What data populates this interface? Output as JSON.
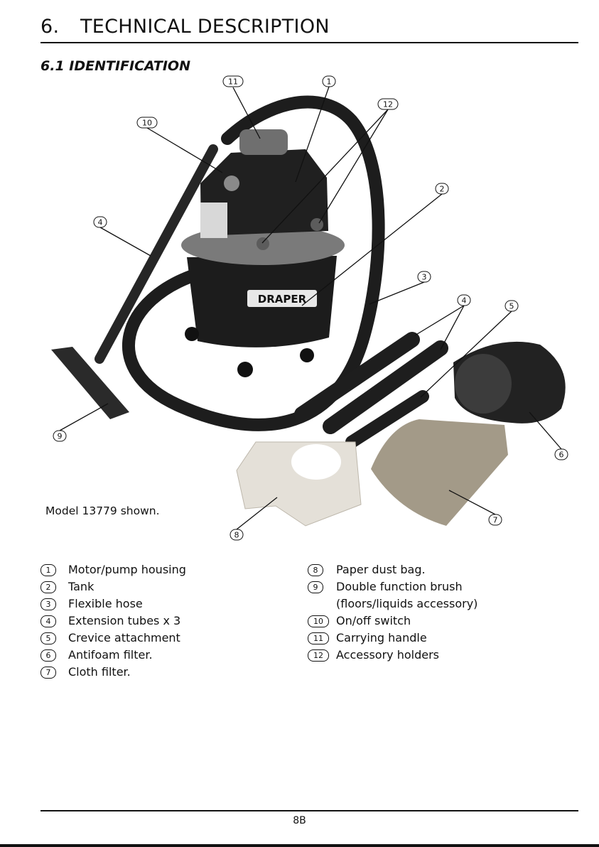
{
  "section": {
    "number": "6.",
    "title": "TECHNICAL DESCRIPTION"
  },
  "subsection": "6.1 IDENTIFICATION",
  "figure": {
    "callouts": [
      "1",
      "2",
      "3",
      "4",
      "4",
      "5",
      "6",
      "7",
      "8",
      "9",
      "10",
      "11",
      "12"
    ],
    "brand_mark": "DRAPER",
    "caption": "Model 13779 shown."
  },
  "legend_left": [
    {
      "num": "1",
      "label": "Motor/pump housing"
    },
    {
      "num": "2",
      "label": "Tank"
    },
    {
      "num": "3",
      "label": "Flexible hose"
    },
    {
      "num": "4",
      "label": "Extension tubes x 3"
    },
    {
      "num": "5",
      "label": "Crevice attachment"
    },
    {
      "num": "6",
      "label": "Antifoam filter."
    },
    {
      "num": "7",
      "label": "Cloth filter."
    }
  ],
  "legend_right": [
    {
      "num": "8",
      "label": "Paper dust bag."
    },
    {
      "num": "9",
      "label": "Double function brush",
      "label2": "(floors/liquids accessory)"
    },
    {
      "num": "10",
      "label": "On/off switch"
    },
    {
      "num": "11",
      "label": "Carrying handle"
    },
    {
      "num": "12",
      "label": "Accessory holders"
    }
  ],
  "page_number": "8B",
  "colors": {
    "text": "#111111",
    "product_body": "#1c1c1c",
    "product_grey": "#7a7a7a",
    "paper": "#e4e0d8",
    "cloth": "#a39a88"
  }
}
